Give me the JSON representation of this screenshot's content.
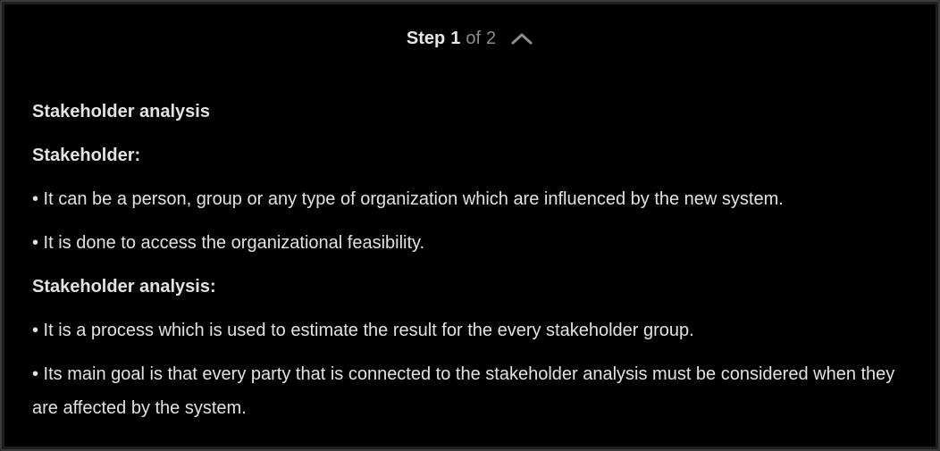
{
  "header": {
    "step_word": "Step",
    "step_current": "1",
    "step_of": "of",
    "step_total": "2",
    "collapse_icon": "chevron-up-icon"
  },
  "content": {
    "heading": "Stakeholder analysis",
    "section1_title": "Stakeholder:",
    "section1_bullets": [
      "• It can be a person, group or any type of organization which are influenced by the new system.",
      "• It is done to access the organizational feasibility."
    ],
    "section2_title": "Stakeholder analysis:",
    "section2_bullets": [
      "• It is a process which is used to estimate the result for the every stakeholder group.",
      "• Its main goal is that every party that is connected to the stakeholder analysis must be considered when they are affected by the system."
    ]
  },
  "colors": {
    "background": "#000000",
    "text": "#e2e2e2",
    "muted": "#8c8c8c"
  }
}
